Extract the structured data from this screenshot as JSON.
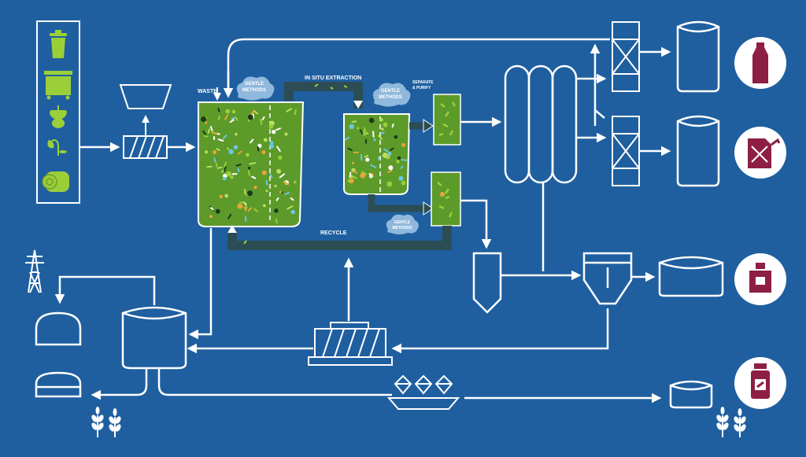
{
  "colors": {
    "background": "#1f5fa0",
    "line": "#ffffff",
    "reactor_green": "#5c9a2a",
    "cloud": "#8fb8dc",
    "product_badge": "#8e1f44",
    "icon_green": "#9bcf3a",
    "channel": "#2d4d55"
  },
  "labels": {
    "waste": "WASTE",
    "in_situ_extraction": "IN SITU EXTRACTION",
    "separate_purify_1": "SEPARATE",
    "separate_purify_2": "& PURIFY",
    "recycle": "RECYCLE",
    "gentle_methods_1": "GENTLE",
    "gentle_methods_2": "METHODS"
  },
  "feedstock_icons": [
    "trash-bin-icon",
    "dumpster-icon",
    "apple-core-icon",
    "wilted-flower-icon",
    "hay-bale-icon"
  ],
  "product_icons": [
    "bottle-icon",
    "jerrycan-icon",
    "perfume-icon",
    "medicine-bottle-icon"
  ],
  "other_icons": [
    "power-pylon-icon",
    "wheat-icon"
  ]
}
